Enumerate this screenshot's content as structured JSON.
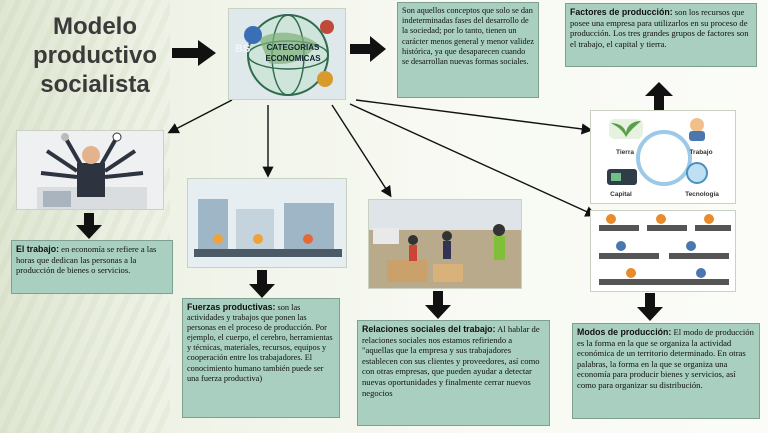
{
  "title": {
    "line1": "Modelo",
    "line2": "productivo",
    "line3": "socialista"
  },
  "center": {
    "label1": "BS",
    "label2": "CATEGORIAS",
    "label3": "ECONOMICAS"
  },
  "definition": {
    "text": "Son aquellos conceptos que solo se dan indeterminadas fases del desarrollo de la sociedad; por lo tanto, tienen un carácter menos general y menor validez histórica, ya que desaparecen cuando se desarrollan nuevas formas sociales."
  },
  "factores": {
    "heading": "Factores de producción:",
    "text": " son los recursos que posee una empresa para utilizarlos en su proceso de producción. Los tres grandes grupos de factores son el trabajo, el capital y tierra.",
    "icons": [
      "Tierra",
      "Trabajo",
      "Capital",
      "Tecnología"
    ]
  },
  "trabajo": {
    "heading": "El trabajo:",
    "text": " en economía se refiere a las horas que dedican las personas a la producción de bienes o servicios."
  },
  "fuerzas": {
    "heading": "Fuerzas productivas:",
    "text": " son las actividades y trabajos que ponen las personas en el proceso de producción. Por ejemplo, el cuerpo, el cerebro, herramientas y técnicas, materiales, recursos, equipos y cooperación entre los trabajadores. El conocimiento humano también puede ser una fuerza productiva)"
  },
  "relaciones": {
    "heading": "Relaciones sociales del trabajo:",
    "text": " Al hablar de relaciones sociales nos estamos refiriendo a \"aquellas que la empresa y sus trabajadores establecen con sus clientes y proveedores, así como con otras empresas, que pueden ayudar a detectar nuevas oportunidades y finalmente cerrar nuevos negocios"
  },
  "modos": {
    "heading": "Modos de producción:",
    "text": " El modo de producción es la forma en la que se organiza la actividad económica de un territorio determinado. En otras palabras, la forma en la que se organiza una economía para producir bienes y servicios, así como para organizar su distribución."
  },
  "colors": {
    "box": "#a8cfbf",
    "arrow": "#111111",
    "title": "#3a3a3a"
  }
}
